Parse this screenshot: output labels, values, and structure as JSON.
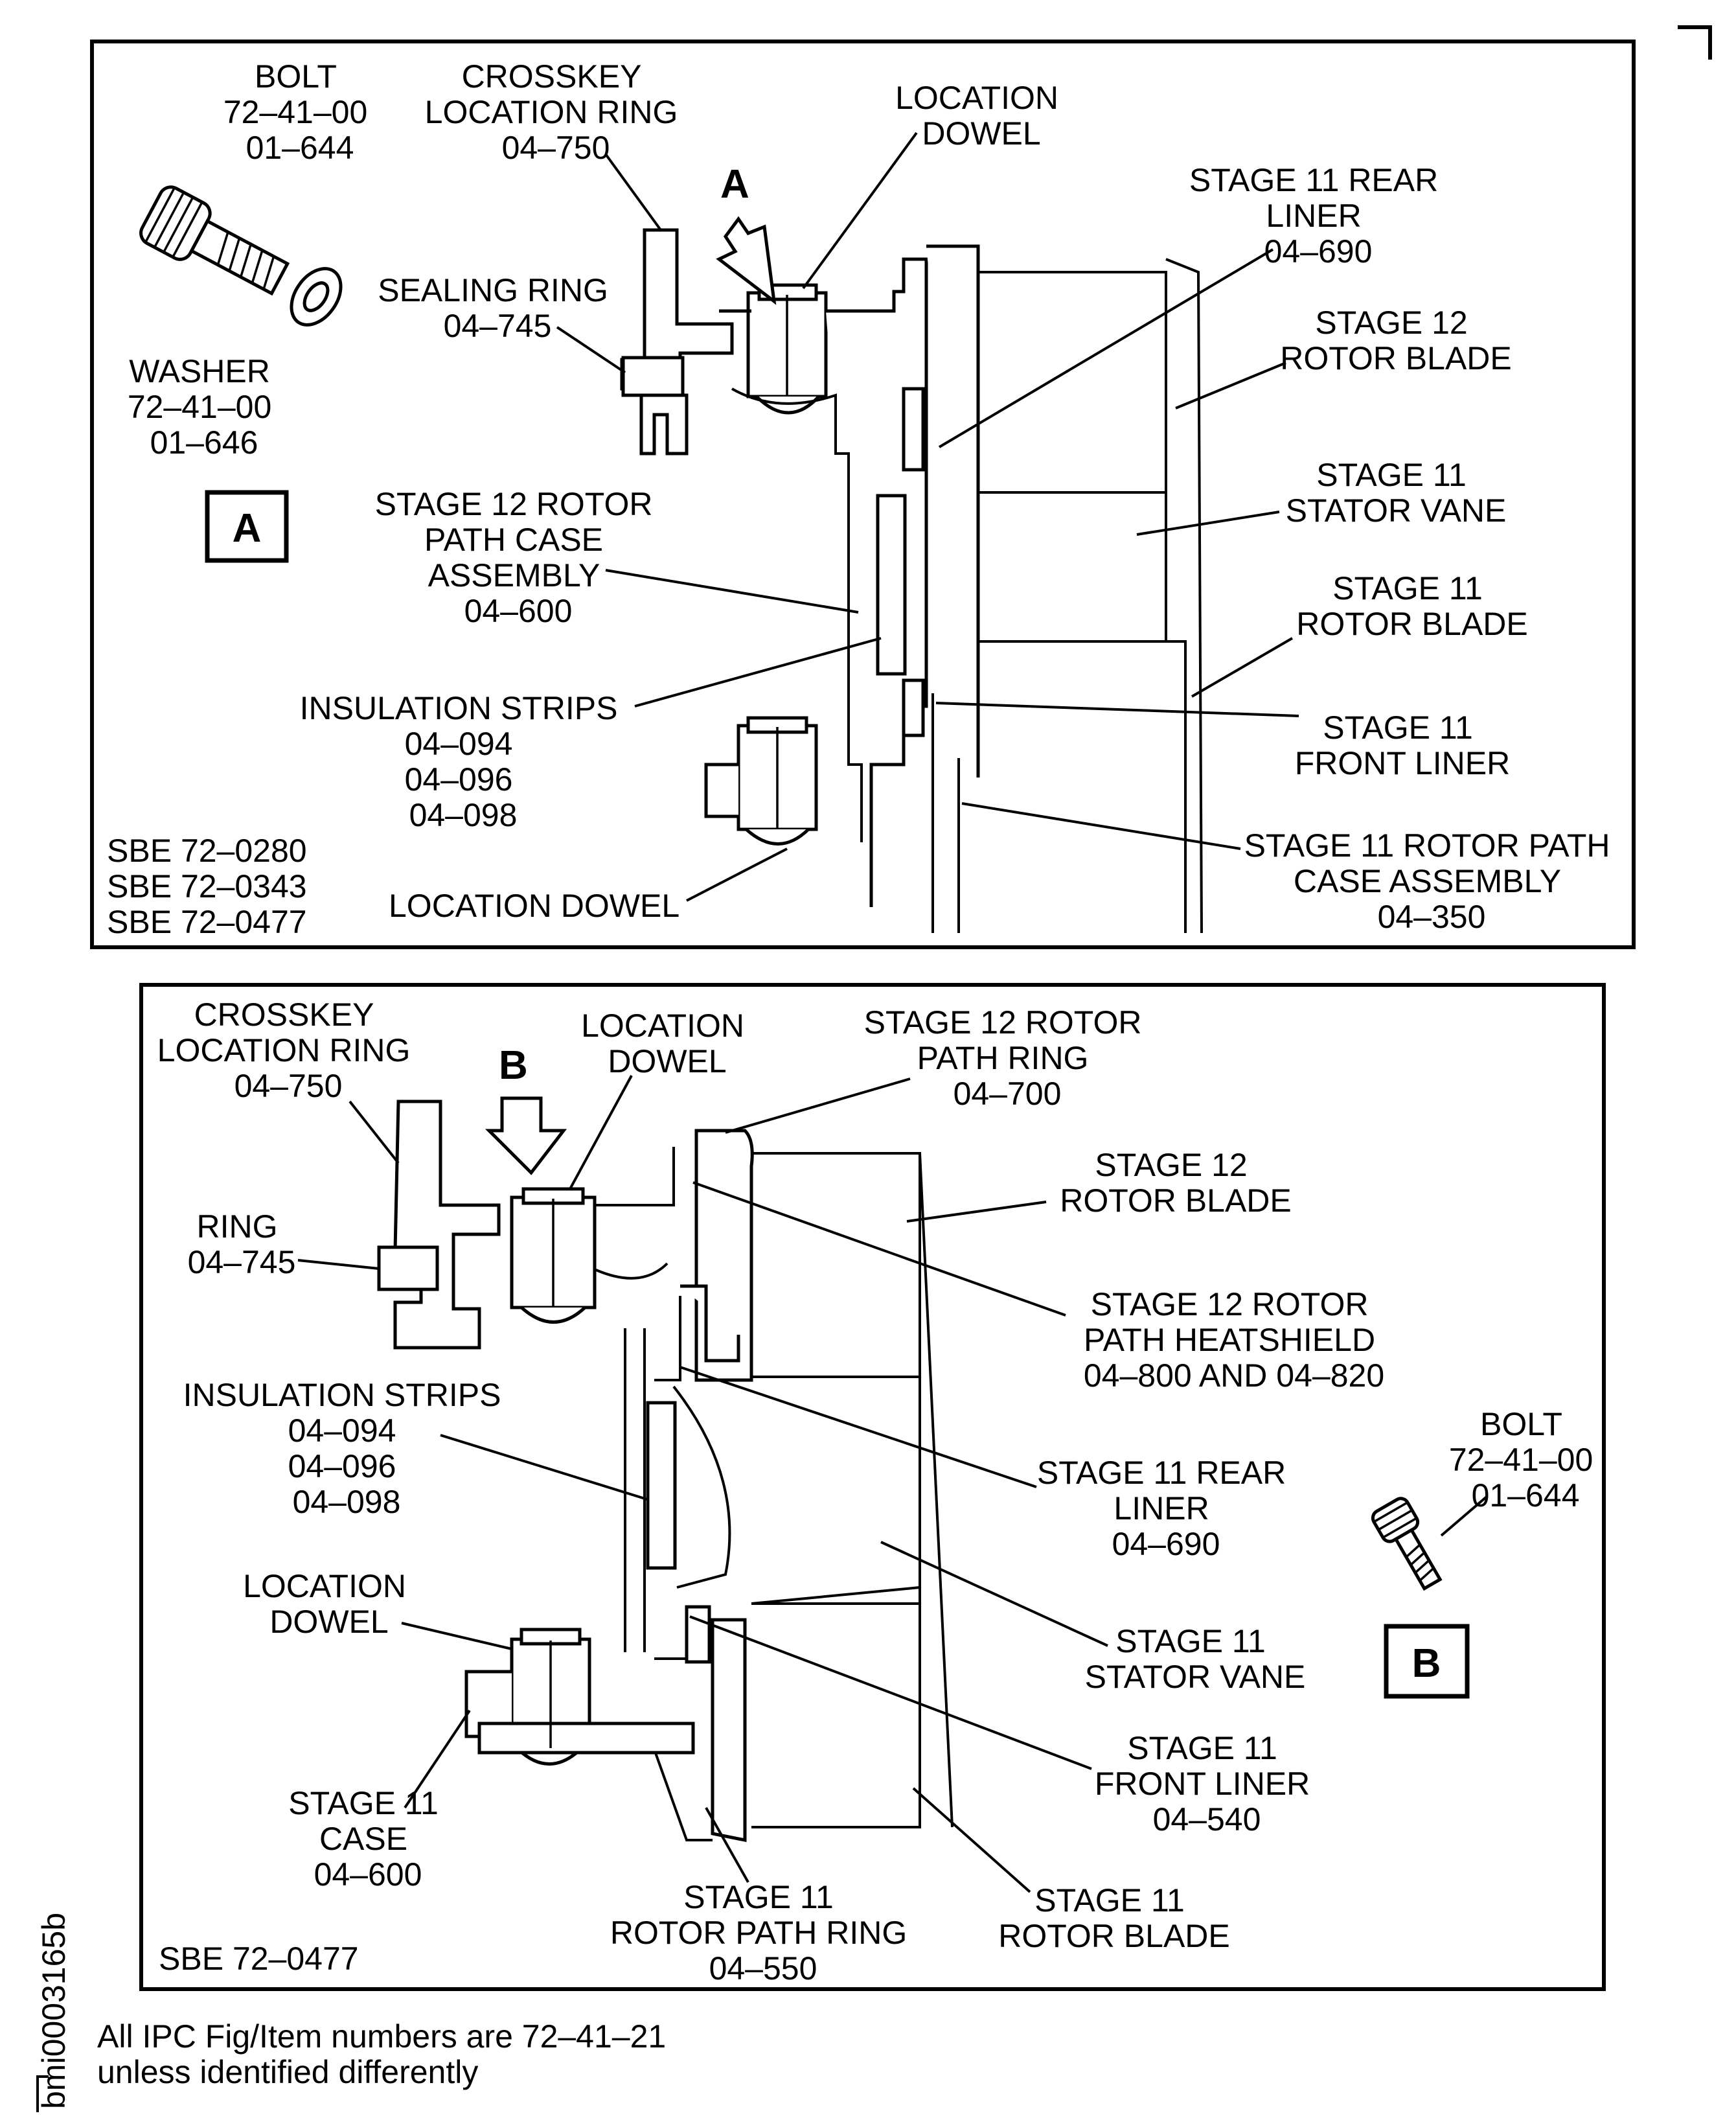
{
  "panel_a": {
    "view_letter": "A",
    "box_letter": "A",
    "bolt": [
      "BOLT",
      "72–41–00",
      "01–644"
    ],
    "washer": [
      "WASHER",
      "72–41–00",
      "01–646"
    ],
    "crosskey": [
      "CROSSKEY",
      "LOCATION RING",
      "04–750"
    ],
    "sealing_ring": [
      "SEALING RING",
      "04–745"
    ],
    "location_dowel_top": [
      "LOCATION",
      "DOWEL"
    ],
    "stage11_rear_liner": [
      "STAGE 11 REAR",
      "LINER",
      "04–690"
    ],
    "stage12_rotor_blade": [
      "STAGE 12",
      "ROTOR BLADE"
    ],
    "stage11_stator_vane": [
      "STAGE 11",
      "STATOR VANE"
    ],
    "stage12_path_case": [
      "STAGE 12 ROTOR",
      "PATH CASE",
      "ASSEMBLY",
      "04–600"
    ],
    "stage11_rotor_blade": [
      "STAGE 11",
      "ROTOR BLADE"
    ],
    "insulation_strips": [
      "INSULATION STRIPS",
      "04–094",
      "04–096",
      "04–098"
    ],
    "stage11_front_liner": [
      "STAGE 11",
      "FRONT LINER"
    ],
    "stage11_path_case": [
      "STAGE 11 ROTOR PATH",
      "CASE ASSEMBLY",
      "04–350"
    ],
    "sbe_refs": [
      "SBE 72–0280",
      "SBE 72–0343",
      "SBE 72–0477"
    ],
    "location_dowel_bottom": "LOCATION DOWEL"
  },
  "panel_b": {
    "view_letter": "B",
    "box_letter": "B",
    "crosskey": [
      "CROSSKEY",
      "LOCATION RING",
      "04–750"
    ],
    "location_dowel_top": [
      "LOCATION",
      "DOWEL"
    ],
    "stage12_path_ring": [
      "STAGE 12 ROTOR",
      "PATH RING",
      "04–700"
    ],
    "stage12_rotor_blade": [
      "STAGE 12",
      "ROTOR BLADE"
    ],
    "ring": [
      "RING",
      "04–745"
    ],
    "stage12_heatshield": [
      "STAGE 12 ROTOR",
      "PATH HEATSHIELD",
      "04–800 AND 04–820"
    ],
    "insulation_strips": [
      "INSULATION STRIPS",
      "04–094",
      "04–096",
      "04–098"
    ],
    "bolt": [
      "BOLT",
      "72–41–00",
      "01–644"
    ],
    "stage11_rear_liner": [
      "STAGE 11 REAR",
      "LINER",
      "04–690"
    ],
    "location_dowel_bottom": [
      "LOCATION",
      "DOWEL"
    ],
    "stage11_stator_vane": [
      "STAGE 11",
      "STATOR VANE"
    ],
    "stage11_front_liner": [
      "STAGE 11",
      "FRONT LINER",
      "04–540"
    ],
    "stage11_case": [
      "STAGE 11",
      "CASE",
      "04–600"
    ],
    "stage11_path_ring": [
      "STAGE 11",
      "ROTOR PATH RING",
      "04–550"
    ],
    "stage11_rotor_blade": [
      "STAGE 11",
      "ROTOR BLADE"
    ],
    "sbe_ref": "SBE 72–0477"
  },
  "footer": {
    "note": [
      "All IPC Fig/Item numbers are 72–41–21",
      "unless identified differently"
    ],
    "figure_id": "bmi0003165b"
  }
}
